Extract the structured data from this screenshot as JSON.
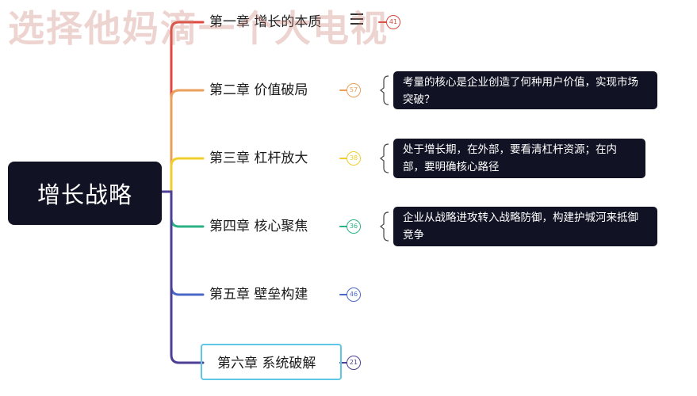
{
  "watermark": "选择他妈滴一个大电视",
  "root": {
    "title": "增长战略"
  },
  "chapters": [
    {
      "title": "第一章 增长的本质",
      "count": "41",
      "color": "#e0493f",
      "menu_icon": "menu-icon"
    },
    {
      "title": "第二章 价值破局",
      "count": "57",
      "color": "#eaa05a",
      "note": "考量的核心是企业创造了何种用户价值，实现市场突破？"
    },
    {
      "title": "第三章 杠杆放大",
      "count": "38",
      "color": "#f0cf2c",
      "note": "处于增长期，在外部，要看清杠杆资源；在内部，要明确核心路径"
    },
    {
      "title": "第四章 核心聚焦",
      "count": "36",
      "color": "#2ab286",
      "note": "企业从战略进攻转入战略防御，构建护城河来抵御竞争"
    },
    {
      "title": "第五章 壁垒构建",
      "count": "46",
      "color": "#4b68c8"
    },
    {
      "title": "第六章 系统破解",
      "count": "21",
      "color": "#4d3f95",
      "selected": true
    }
  ]
}
